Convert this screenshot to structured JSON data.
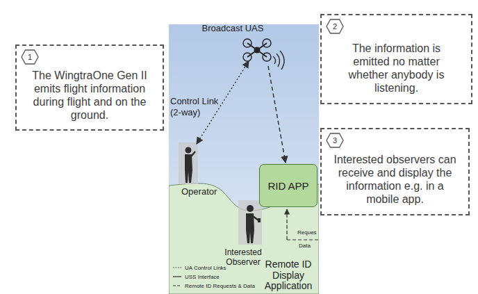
{
  "diagram": {
    "nodes": [
      {
        "text": [
          "The WingtraOne Gen II emits flight information during flight and on the ground."
        ]
      },
      {
        "text": [
          "1"
        ],
        "in": 0
      },
      {
        "text": [
          "The information is emitted no matter whether anybody is listening."
        ]
      },
      {
        "text": [
          "2"
        ],
        "in": 2
      },
      {
        "text": [
          "Interested observers can receive and display the information e.g. in a mobile app."
        ]
      },
      {
        "text": [
          "3"
        ],
        "in": 4
      },
      {
        "text": [
          "RID APP"
        ]
      }
    ],
    "labels": [
      "Broadcast UAS",
      "Control Link (2-way)",
      "Operator",
      "Interested Observer",
      "Reques",
      "Data",
      "Remote ID Display Application"
    ],
    "legend": [
      {
        "text": "UA Control Links"
      },
      {
        "text": "USS Interface"
      },
      {
        "text": "Remote ID Requests & Data"
      }
    ]
  }
}
